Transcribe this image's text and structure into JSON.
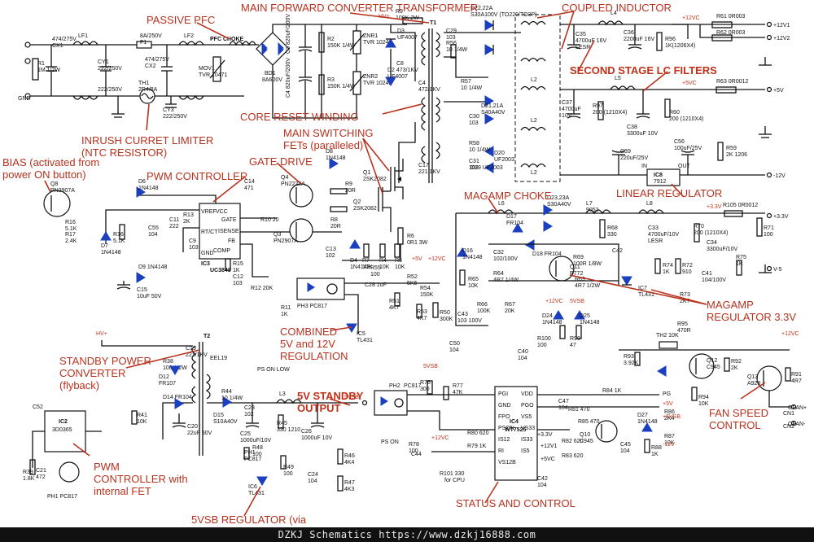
{
  "annotations": {
    "passive_pfc": "PASSIVE PFC",
    "main_forward": "MAIN FORWARD CONVERTER TRANSFORMER",
    "coupled_inductor": "COUPLED INDUCTOR",
    "second_stage": "SECOND STAGE LC FILTERS",
    "core_reset": "CORE RESET WINDING",
    "main_switching": "MAIN SWITCHING\nFETs (paralleled)",
    "inrush": "INRUSH CURRET LIMITER\n(NTC RESISTOR)",
    "bias": "BIAS (activated from\npower ON button)",
    "gate_drive": "GATE DRIVE",
    "pwm_controller": "PWM CONTROLLER",
    "magamp_choke": "MAGAMP CHOKE",
    "linear_regulator": "LINEAR REGULATOR",
    "magamp_regulator": "MAGAMP\nREGULATOR 3.3V",
    "combined": "COMBINED\n5V and 12V\nREGULATION",
    "standby_converter": "STANDBY POWER\nCONVERTER\n(flyback)",
    "standby_output": "5V STANDBY\nOUTPUT",
    "fan_speed": "FAN SPEED\nCONTROL",
    "pwm_internal": "PWM\nCONTROLLER with\ninternal FET",
    "status_control": "STATUS AND CONTROL",
    "vsb_regulator": "5VSB REGULATOR (via"
  },
  "outputs": {
    "p12v1": "+12V1",
    "p12v2": "+12V2",
    "p5v": "+5V",
    "n12v": "-12V",
    "p3v3": "+3.3V",
    "n5v": "V-5",
    "fan_p": "OFAN+",
    "fan_n": "OFAN-",
    "cn1": "CN1",
    "cn2": "CN2"
  },
  "nets": {
    "hv": "HV+",
    "p12vc": "+12VC",
    "p5vc": "+5VC",
    "p3v3": "+3.3V",
    "p5vsb": "5VSB",
    "ps_on_low": "PS ON LOW",
    "ps_on": "PS ON",
    "for_cpu": "for CPU",
    "gnd": "GND",
    "p5v_net": "+5V",
    "p12v_net": "+12V",
    "p5vsb_net": "+5VSB"
  },
  "ic_labels": {
    "uc3843": "UC3843",
    "ic3": "IC3",
    "ic4": "IC4",
    "wt7525": "WT7525",
    "ic8": "IC8",
    "ic8_part": "7912",
    "ic7": "IC7",
    "ic7_part": "TL431",
    "ic5": "IC5",
    "ic5_part": "TL431",
    "ic6": "IC6",
    "ic6_part": "TL431",
    "ic2": "IC2",
    "ic2_part": "3D0365",
    "bd1": "BD1",
    "bd1_part": "8A600V",
    "t1": "T1",
    "t2": "T2",
    "eel19": "EEL19",
    "ph3": "PH3 PC817",
    "ph2": "PH2",
    "ph2_part": "PC817",
    "ph1": "PH1 PC817",
    "ph1b": "PH1",
    "ph1b_part": "PC817"
  },
  "pins": {
    "uc3843": [
      "VREF",
      "VCC",
      "RT/CT",
      "GATE",
      "ISENSE",
      "FB",
      "COMP",
      "GND"
    ],
    "wt7525": [
      "PGI",
      "GND",
      "FPO",
      "PSON",
      "IS12",
      "RI",
      "VS12B",
      "VDD",
      "PGO",
      "VS5",
      "VS33",
      "IS33",
      "IS5"
    ]
  },
  "parts": {
    "r1": "R1\n1M 1/2W",
    "cx1": "474/275V\nCX1",
    "lf1": "LF1",
    "cy1": "CY1\n222/250V",
    "cy2": "222/250V",
    "f1": "8A/250V\nF1",
    "cx2": "474/275V\nCX2",
    "lf2": "LF2",
    "mov1": "MOV1\nTVR 10471",
    "th1": "TH1\n2R4/8A",
    "cy3": "CY3\n222/250V",
    "pfc_choke": "PFC CHOKE",
    "r2": "R2\n150K 1/4W",
    "r3": "R3\n150K 1/4W",
    "c3": "C3 820uF/200V",
    "c4": "C4 820uF/200V",
    "znr1": "ZNR1\nTVR 10241",
    "znr2": "ZNR2\nTVR 10241",
    "r9": "R9\n100K 2W",
    "d3": "D3\nUF4007",
    "c8": "C8\n473/1KV",
    "d2": "D2\nUF4007",
    "c4b": "C4\n472/1KV",
    "d22": "D22,22A\nS30A100V (TO220/TO3P)",
    "c29": "C29\n103",
    "r56": "R56\n10 1/4W",
    "l4": "L4",
    "c35": "C35\n4700uF 16V\nLESR",
    "c36": "C36\n2200uF 16V",
    "r96": "R96\n1K(1206X4)",
    "r61": "R61 0R003",
    "r62": "R62 0R003",
    "r57": "R57\n10 1/4W",
    "c30": "C30\n103",
    "d21": "D21,21A\nS40A40V",
    "l5": "L5",
    "c37": "C37\n4700uF\n10V",
    "r97": "R97\n200 (1210X4)",
    "c38": "C38\n3300uF 10V",
    "r60": "R60\n200 (1210X4)",
    "r63": "R63 0R0012",
    "r58": "R58\n10 1/4W",
    "c31": "C31\n103",
    "d20": "D20\nUF2003",
    "d19": "D19 UF2003",
    "c39": "C39\n220uF/25V",
    "c56": "C56\n100uF/25V",
    "r59": "R59\n2K 1206",
    "c17": "C17\n221 1KV",
    "q1": "Q1\n2SK2082",
    "q2": "Q2\n2SK2082",
    "q4": "Q4\nPN2222A",
    "q3": "Q3\nPN2907A",
    "q8": "Q8\nPN2907A",
    "d6": "D6\n1N4148",
    "r16": "R16\n5.1K",
    "r17": "R17\n2.4K",
    "c14": "C14\n471",
    "d7": "D7\n1N4148",
    "c55": "C55\n104",
    "r13": "R13\n2K",
    "c11": "C11\n222",
    "c9": "C9\n103",
    "r10": "R10 20",
    "d8": "D8\n1N4148",
    "r9b": "R9\n20R",
    "r8": "R8\n20R",
    "d9": "D9 1N4148",
    "c15": "C15\n10uF 50V",
    "r11": "R11\n1K",
    "r12": "R12 20K",
    "r7": "R7\n10K",
    "r4": "R4\n10K",
    "r5": "R5\n10K",
    "r6": "R6\n0R1 3W",
    "d4": "D4\n1N4148",
    "r55": "R55\n100",
    "c12": "C12\n103",
    "c13": "C13\n102",
    "r15": "R15\n1K",
    "c28": "C28 1uF",
    "r51": "R51\n4K7",
    "r52": "R52\n5K6",
    "r53": "R53\n4K7",
    "r54": "R54\n150K",
    "r50": "R50\n300K",
    "c43": "C43\n103 100V",
    "r66": "R66\n100K",
    "r67": "R67\n20K",
    "d16": "D16\n1N4148",
    "r65": "R65\n10K",
    "c32": "C32\n102/100V",
    "r64": "R64\n4R7 1/4W",
    "c50": "C50\n104",
    "d23": "D23,23A\nS30A40V",
    "l6": "L6",
    "d17": "D17\nFR104",
    "d18": "D18 FR104",
    "l7": "L7\n9052",
    "r68": "R68\n330",
    "l8": "L8",
    "c33": "C33\n4700uF/10V\nLESR",
    "r70": "R70\n200 (1210X4)",
    "r105": "R105 0R0012",
    "c34": "C34\n3300uF/10V",
    "r71": "R71\n100",
    "r69": "R69\n100R 1/8W",
    "q11": "Q11\nB772",
    "r69b": "R69\n4R7 1/2W",
    "c42": "C42",
    "r74": "R74\n1K",
    "r72": "R72\n910",
    "c41": "C41\n104/100V",
    "r75": "R75\n1K",
    "r73": "R73\n2K7",
    "r95": "R95\n470R",
    "r93": "R93\n3.92K",
    "th2": "TH2 10K",
    "q12": "Q12\nC945",
    "q13": "Q13\nA928",
    "r92": "R92\n2K",
    "r94": "R94\n10K",
    "r91": "R91\n4R7",
    "d24": "D24\n1N4148",
    "d25": "D25\n1N4148",
    "r100": "R100\n100",
    "r99": "R99\n47",
    "c40": "C40\n104",
    "c47": "C47\n104",
    "r84": "R84 1K",
    "r81": "R81 470",
    "r85": "R85 470",
    "r86": "R86\n2K4",
    "r87": "R87\n10K",
    "q10": "Q10\nC945",
    "c45": "C45\n104",
    "d27": "D27\n1N4148",
    "r88": "R88\n1K",
    "r80": "R80 620",
    "r82": "R82 620",
    "r83": "R83 620",
    "r78": "R78\n100",
    "r79": "R79 1K",
    "r101": "R101 330",
    "c44": "C44",
    "c42b": "C42\n104",
    "r76": "R76\n300",
    "r77": "R77\n47K",
    "r39": "R39\n1.8K",
    "c21": "C21\n472",
    "c52": "C52",
    "r38": "R38\n100 1/2W",
    "c19": "C19\n221/1KV",
    "d12": "D12\nFR107",
    "d14": "D14 FR104",
    "c20": "C20\n22uF 50V",
    "r41": "R41\n10K",
    "r44": "R44\n10 1/4W",
    "c23": "C23\n102",
    "d15": "D15\nS10A40V",
    "l3": "L3",
    "c25": "C25\n1000uF/10V",
    "r45": "R45\n330 1210",
    "c26": "C26\n1000uF 10V",
    "r48": "R48\n100",
    "r49": "R49\n100",
    "c24": "C24\n104",
    "r46": "R46\n4K4",
    "r47": "R47\n4K3"
  }
}
